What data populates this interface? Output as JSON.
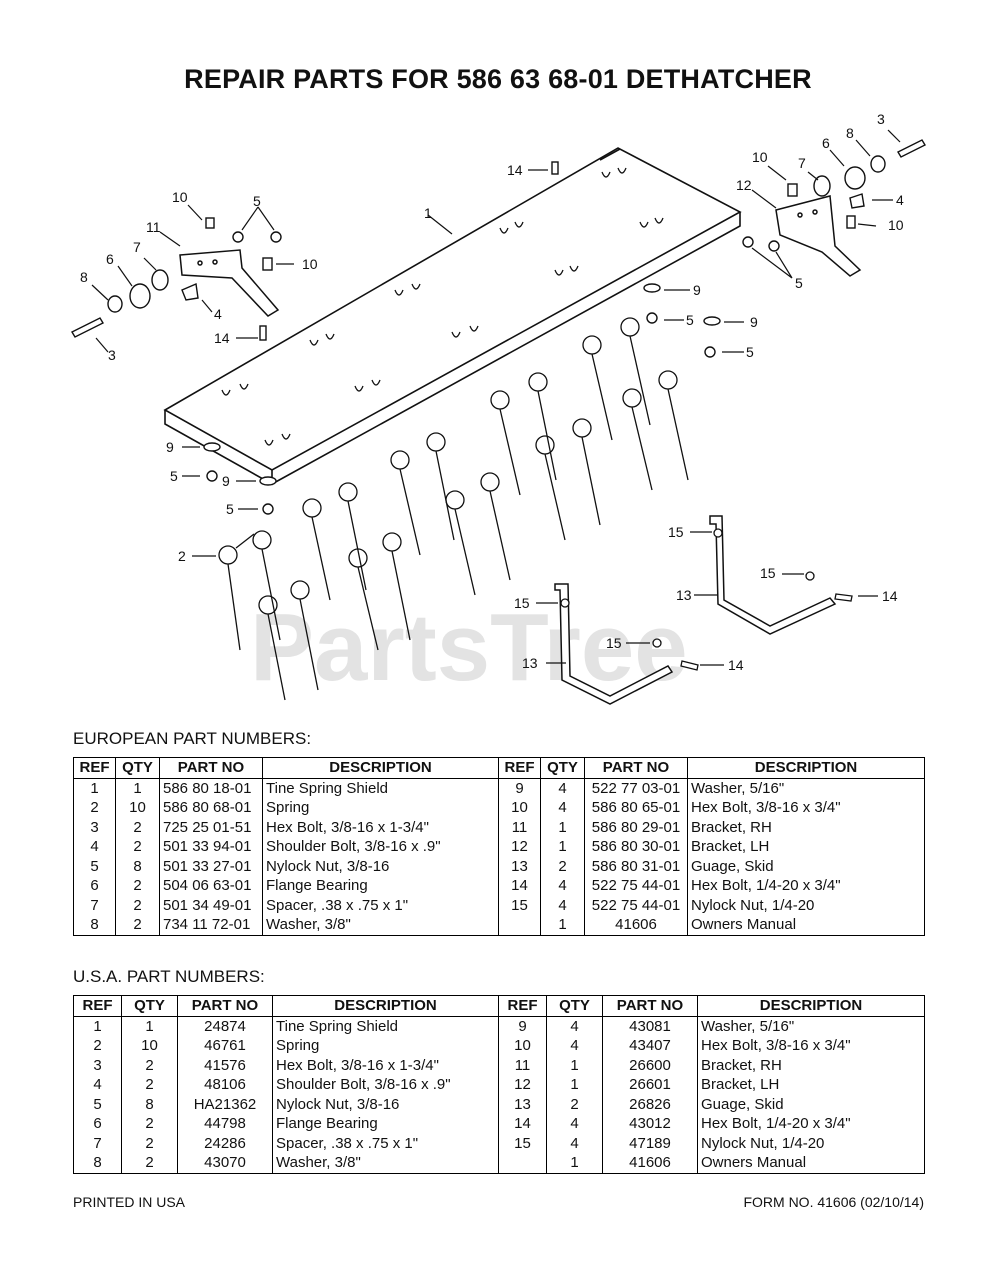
{
  "title": "REPAIR PARTS FOR 586 63 68-01 DETHATCHER",
  "watermark": "PartsTree",
  "diagram_callouts": [
    "1",
    "2",
    "3",
    "3",
    "4",
    "4",
    "5",
    "5",
    "5",
    "5",
    "5",
    "5",
    "6",
    "6",
    "7",
    "7",
    "8",
    "8",
    "9",
    "9",
    "9",
    "9",
    "10",
    "10",
    "10",
    "10",
    "11",
    "12",
    "13",
    "13",
    "14",
    "14",
    "14",
    "14",
    "15",
    "15",
    "15",
    "15"
  ],
  "european": {
    "heading": "EUROPEAN PART NUMBERS:",
    "columns": [
      "REF",
      "QTY",
      "PART NO",
      "DESCRIPTION",
      "REF",
      "QTY",
      "PART NO",
      "DESCRIPTION"
    ],
    "rows": [
      [
        "1",
        "1",
        "586 80 18-01",
        "Tine Spring Shield",
        "9",
        "4",
        "522 77 03-01",
        "Washer, 5/16\""
      ],
      [
        "2",
        "10",
        "586 80 68-01",
        "Spring",
        "10",
        "4",
        "586 80 65-01",
        "Hex Bolt, 3/8-16 x 3/4\""
      ],
      [
        "3",
        "2",
        "725 25 01-51",
        "Hex Bolt, 3/8-16 x 1-3/4\"",
        "11",
        "1",
        "586 80 29-01",
        "Bracket, RH"
      ],
      [
        "4",
        "2",
        "501 33 94-01",
        "Shoulder Bolt, 3/8-16 x .9\"",
        "12",
        "1",
        "586 80 30-01",
        "Bracket, LH"
      ],
      [
        "5",
        "8",
        "501 33 27-01",
        "Nylock Nut, 3/8-16",
        "13",
        "2",
        "586 80 31-01",
        "Guage, Skid"
      ],
      [
        "6",
        "2",
        "504 06 63-01",
        "Flange Bearing",
        "14",
        "4",
        "522 75 44-01",
        "Hex Bolt, 1/4-20 x 3/4\""
      ],
      [
        "7",
        "2",
        "501 34 49-01",
        "Spacer, .38 x .75 x 1\"",
        "15",
        "4",
        "522 75 44-01",
        "Nylock Nut, 1/4-20"
      ],
      [
        "8",
        "2",
        "734 11 72-01",
        "Washer, 3/8\"",
        "",
        "1",
        "41606",
        "Owners Manual"
      ]
    ]
  },
  "usa": {
    "heading": "U.S.A. PART NUMBERS:",
    "columns": [
      "REF",
      "QTY",
      "PART NO",
      "DESCRIPTION",
      "REF",
      "QTY",
      "PART NO",
      "DESCRIPTION"
    ],
    "rows": [
      [
        "1",
        "1",
        "24874",
        "Tine Spring Shield",
        "9",
        "4",
        "43081",
        "Washer, 5/16\""
      ],
      [
        "2",
        "10",
        "46761",
        "Spring",
        "10",
        "4",
        "43407",
        "Hex Bolt, 3/8-16 x 3/4\""
      ],
      [
        "3",
        "2",
        "41576",
        "Hex Bolt, 3/8-16 x 1-3/4\"",
        "11",
        "1",
        "26600",
        "Bracket, RH"
      ],
      [
        "4",
        "2",
        "48106",
        "Shoulder Bolt, 3/8-16 x .9\"",
        "12",
        "1",
        "26601",
        "Bracket, LH"
      ],
      [
        "5",
        "8",
        "HA21362",
        "Nylock Nut, 3/8-16",
        "13",
        "2",
        "26826",
        "Guage, Skid"
      ],
      [
        "6",
        "2",
        "44798",
        "Flange Bearing",
        "14",
        "4",
        "43012",
        "Hex Bolt, 1/4-20 x 3/4\""
      ],
      [
        "7",
        "2",
        "24286",
        "Spacer, .38 x .75 x 1\"",
        "15",
        "4",
        "47189",
        "Nylock Nut, 1/4-20"
      ],
      [
        "8",
        "2",
        "43070",
        "Washer, 3/8\"",
        "",
        "1",
        "41606",
        "Owners Manual"
      ]
    ]
  },
  "footer": {
    "left": "PRINTED IN USA",
    "right": "FORM NO. 41606 (02/10/14)"
  }
}
